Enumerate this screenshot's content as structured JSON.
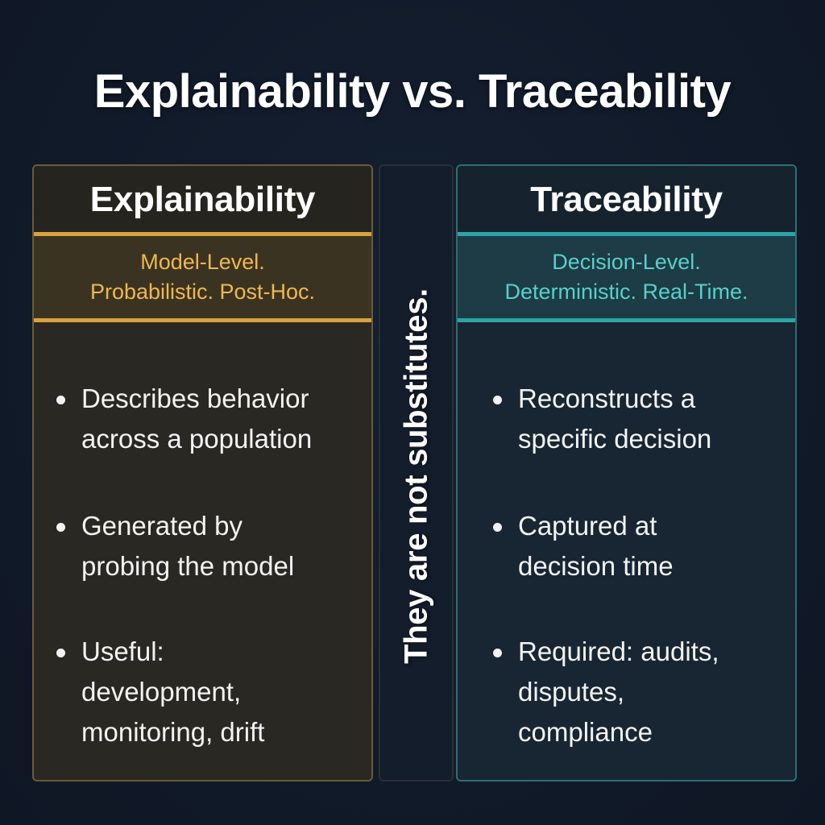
{
  "title": "Explainability vs. Traceability",
  "colors": {
    "background": "#111a29",
    "explainability_accent": "#d9a23e",
    "explainability_subtitle_text": "#efb84f",
    "traceability_accent": "#2fa4a6",
    "traceability_subtitle_text": "#56d0cb",
    "text": "#ffffff"
  },
  "left": {
    "heading": "Explainability",
    "subtitle_lines": [
      "Model-Level.",
      "Probabilistic. Post-Hoc."
    ],
    "bullets": [
      "Describes behavior\nacross a population",
      "Generated by\nprobing the model",
      "Useful:\ndevelopment,\nmonitoring, drift"
    ]
  },
  "middle": {
    "text": "They are not substitutes."
  },
  "right": {
    "heading": "Traceability",
    "subtitle_lines": [
      "Decision-Level.",
      "Deterministic. Real-Time."
    ],
    "bullets": [
      "Reconstructs a\nspecific decision",
      "Captured at\ndecision time",
      "Required: audits,\ndisputes,\ncompliance"
    ]
  }
}
